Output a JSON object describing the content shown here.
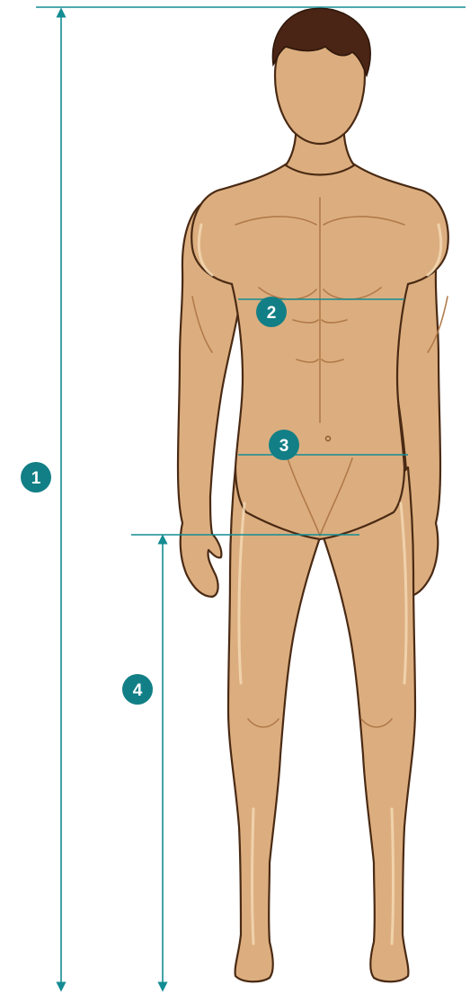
{
  "colors": {
    "accent": "#138c93",
    "badge": "#127f86",
    "skin": "#dcae7f",
    "skin_shadow": "#c08a57",
    "skin_highlight": "#f3d8b4",
    "outline": "#4a2a14",
    "hair": "#4a2414"
  },
  "measurements": [
    {
      "number": "1"
    },
    {
      "number": "2"
    },
    {
      "number": "3"
    },
    {
      "number": "4"
    }
  ]
}
